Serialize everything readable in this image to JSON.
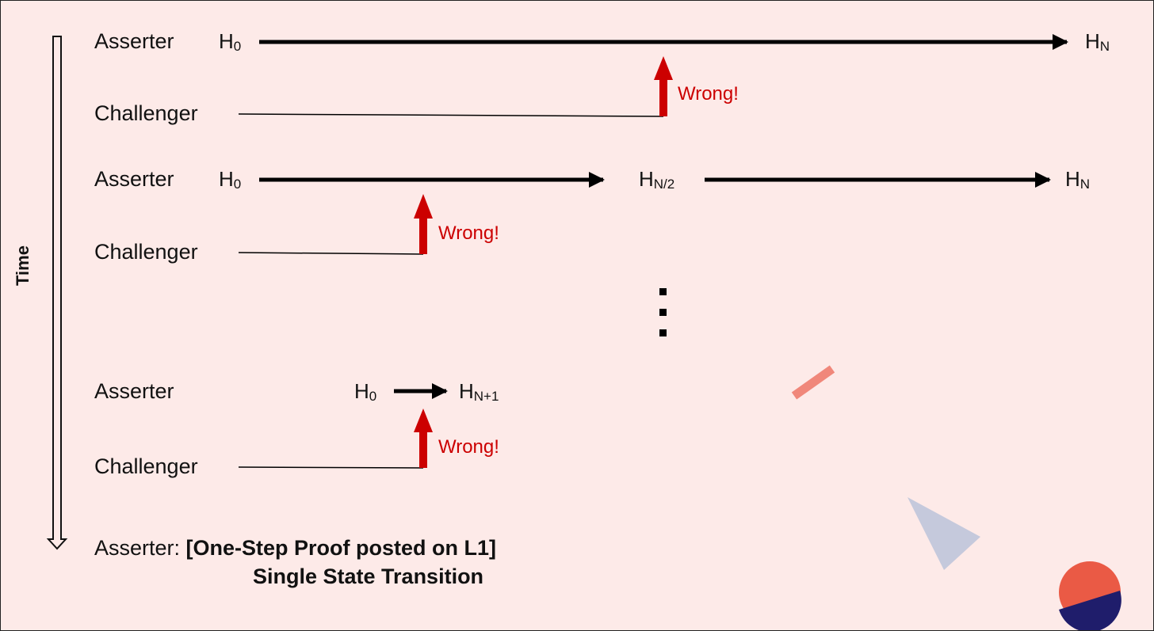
{
  "time_label": "Time",
  "rounds": [
    {
      "asserter": "Asserter",
      "challenger": "Challenger",
      "states": [
        {
          "base": "H",
          "sub": "0"
        },
        {
          "base": "H",
          "sub": "N"
        }
      ],
      "wrong": "Wrong!"
    },
    {
      "asserter": "Asserter",
      "challenger": "Challenger",
      "states": [
        {
          "base": "H",
          "sub": "0"
        },
        {
          "base": "H",
          "sub": "N/2"
        },
        {
          "base": "H",
          "sub": "N"
        }
      ],
      "wrong": "Wrong!"
    },
    {
      "asserter": "Asserter",
      "challenger": "Challenger",
      "states": [
        {
          "base": "H",
          "sub": "0"
        },
        {
          "base": "H",
          "sub": "N+1"
        }
      ],
      "wrong": "Wrong!"
    }
  ],
  "final": {
    "prefix": "Asserter: ",
    "bold": "[One-Step Proof posted on L1]",
    "line2": "Single State Transition"
  },
  "colors": {
    "background": "#fdeae8",
    "wrong": "#cc0000",
    "arrow": "#000000",
    "deco_bar": "#f0877a",
    "deco_triangle": "#c5c9dc",
    "deco_circle_top": "#ea5a45",
    "deco_circle_bottom": "#1f1d6b"
  }
}
